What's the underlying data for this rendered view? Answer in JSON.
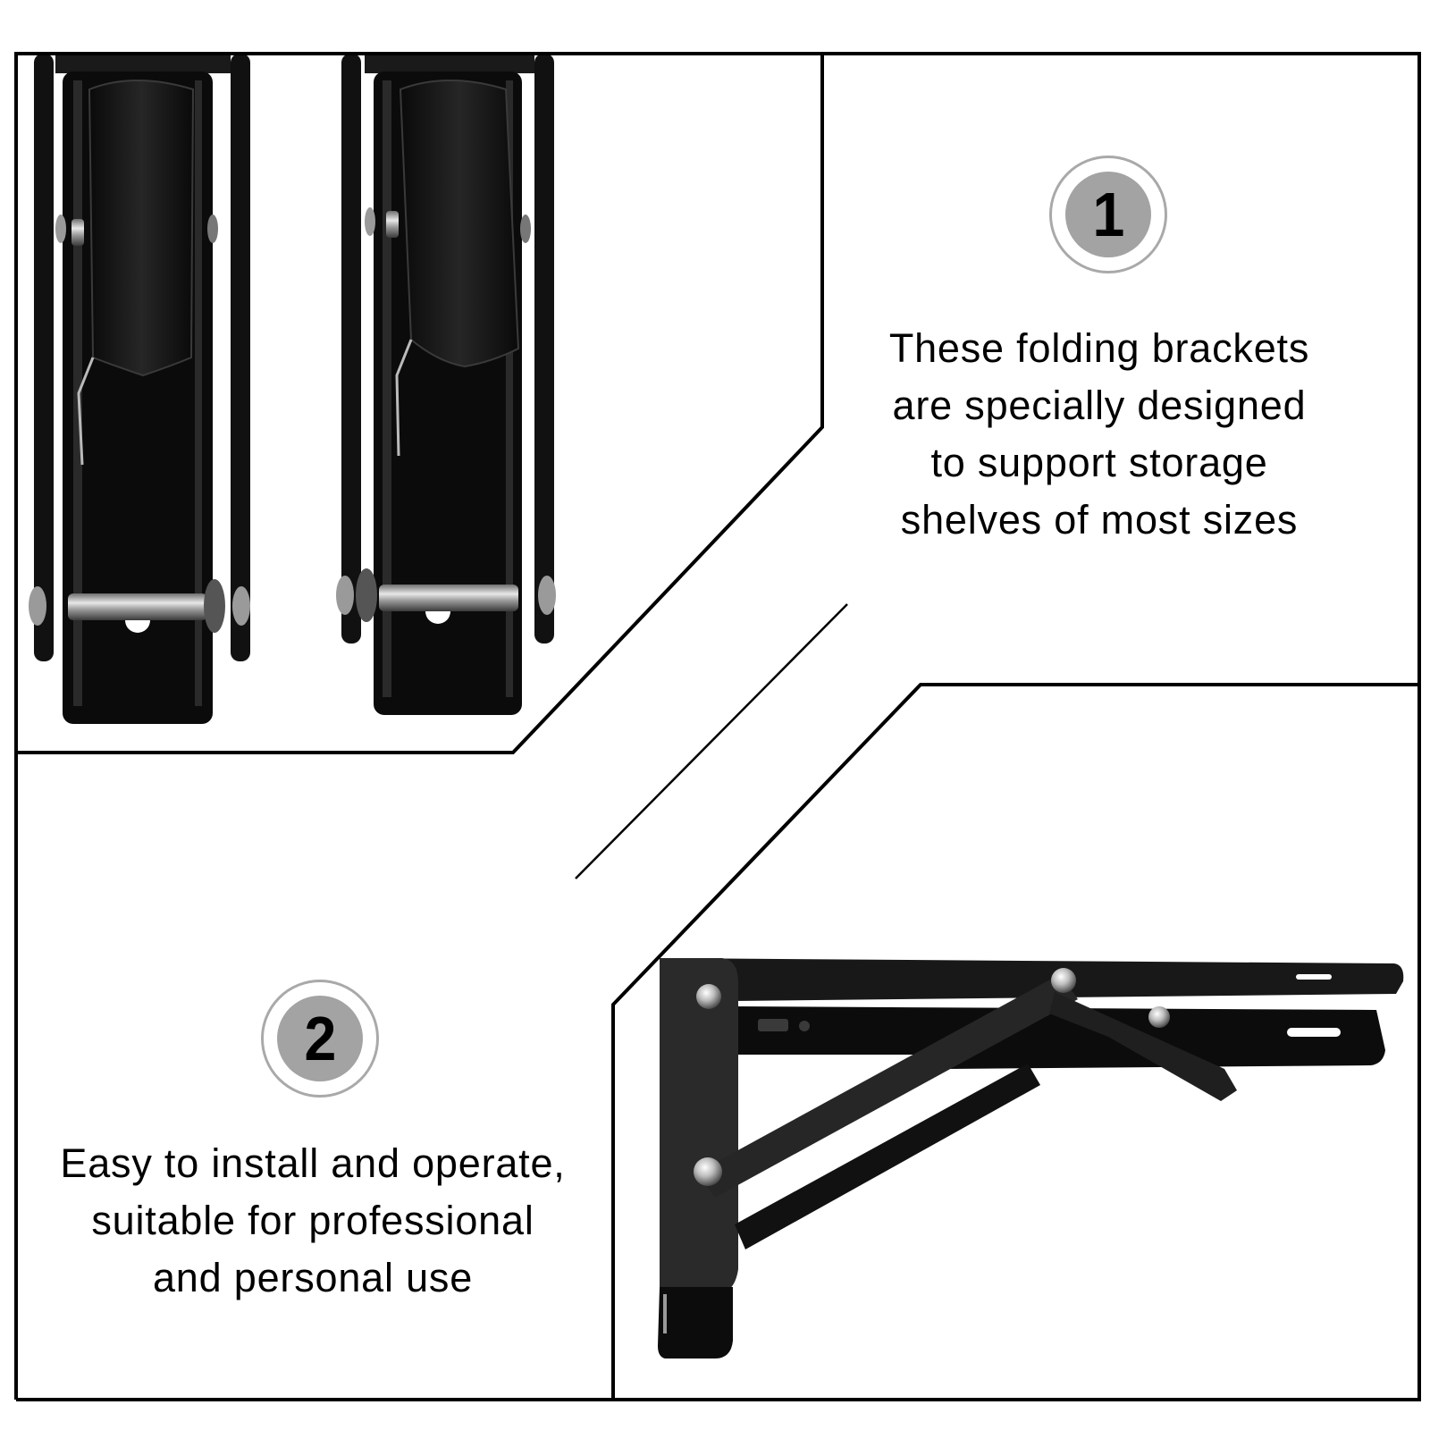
{
  "features": [
    {
      "number": "1",
      "text": "These folding brackets\nare specially designed\nto support storage\n shelves of most sizes"
    },
    {
      "number": "2",
      "text": "Easy to install and operate,\nsuitable for professional\nand personal use"
    }
  ],
  "images": [
    {
      "subject": "two-folding-brackets-folded-top-view"
    },
    {
      "subject": "folding-bracket-side-view"
    }
  ],
  "colors": {
    "frame": "#000000",
    "badge_fill": "#a3a3a3",
    "badge_ring": "#a9a9a9",
    "bracket": "#141414",
    "background": "#ffffff"
  }
}
